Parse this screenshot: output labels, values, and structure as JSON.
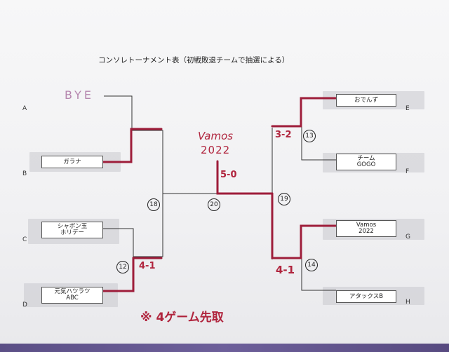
{
  "title": "コンソレトーナメント表（初戦敗退チームで抽選による）",
  "left_teams": [
    {
      "letter": "A",
      "name": ""
    },
    {
      "letter": "B",
      "name": "ガラナ"
    },
    {
      "letter": "C",
      "name": "シャボン玉\nホリデー"
    },
    {
      "letter": "D",
      "name": "元気ハツラツ\nABC"
    }
  ],
  "right_teams": [
    {
      "letter": "E",
      "name": "おでんず"
    },
    {
      "letter": "F",
      "name": "チーム\nGOGO"
    },
    {
      "letter": "G",
      "name": "Vamos\n2022"
    },
    {
      "letter": "H",
      "name": "アタックスB"
    }
  ],
  "match_numbers": {
    "m12": "12",
    "m13": "13",
    "m14": "14",
    "m18": "18",
    "m19": "19",
    "m20": "20"
  },
  "handwriting": {
    "bye": "BYE",
    "champion_line1": "Vamos",
    "champion_line2": "2022",
    "final_score": "5-0",
    "score_m12": "4-1",
    "score_m13": "3-2",
    "score_m14": "4-1",
    "note": "※ 4ゲーム先取"
  },
  "colors": {
    "winner_line": "#9e1d3a",
    "bracket_line": "#333333",
    "bye_ink": "#b585ae"
  }
}
